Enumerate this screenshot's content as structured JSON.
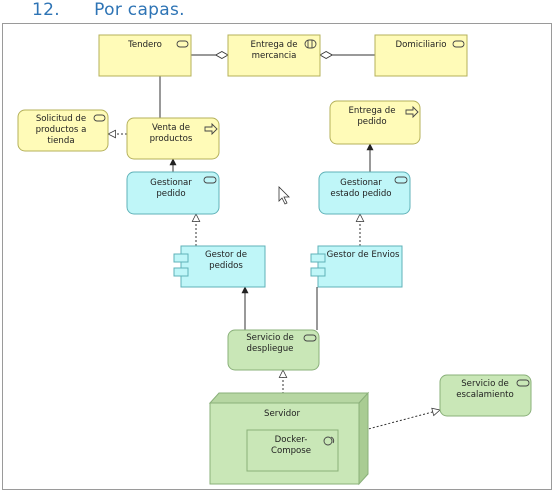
{
  "heading": {
    "number": "12.",
    "text": "Por capas."
  },
  "elements": {
    "tendero": "Tendero",
    "entrega_mercancia": "Entrega de\nmercancia",
    "domiciliario": "Domiciliario",
    "solicitud_productos": "Solicitud de\nproductos a\ntienda",
    "venta_productos": "Venta de\nproductos",
    "entrega_pedido": "Entrega de\npedido",
    "gestionar_pedido": "Gestionar\npedido",
    "gestionar_estado": "Gestionar\nestado pedido",
    "gestor_pedidos": "Gestor de\npedidos",
    "gestor_envios": "Gestor de Envios",
    "servicio_despliegue": "Servicio de\ndespliegue",
    "servicio_escalamiento": "Servicio de\nescalamiento",
    "servidor": "Servidor",
    "docker_compose": "Docker-\nCompose"
  },
  "colors": {
    "business": "#fffbb8",
    "business_stroke": "#b4b05a",
    "application": "#bff6f8",
    "application_stroke": "#5fb2b8",
    "technology": "#c9e7b7",
    "technology_stroke": "#8ab07a",
    "node_top": "#b6d6a2",
    "heading": "#2e74b5"
  }
}
